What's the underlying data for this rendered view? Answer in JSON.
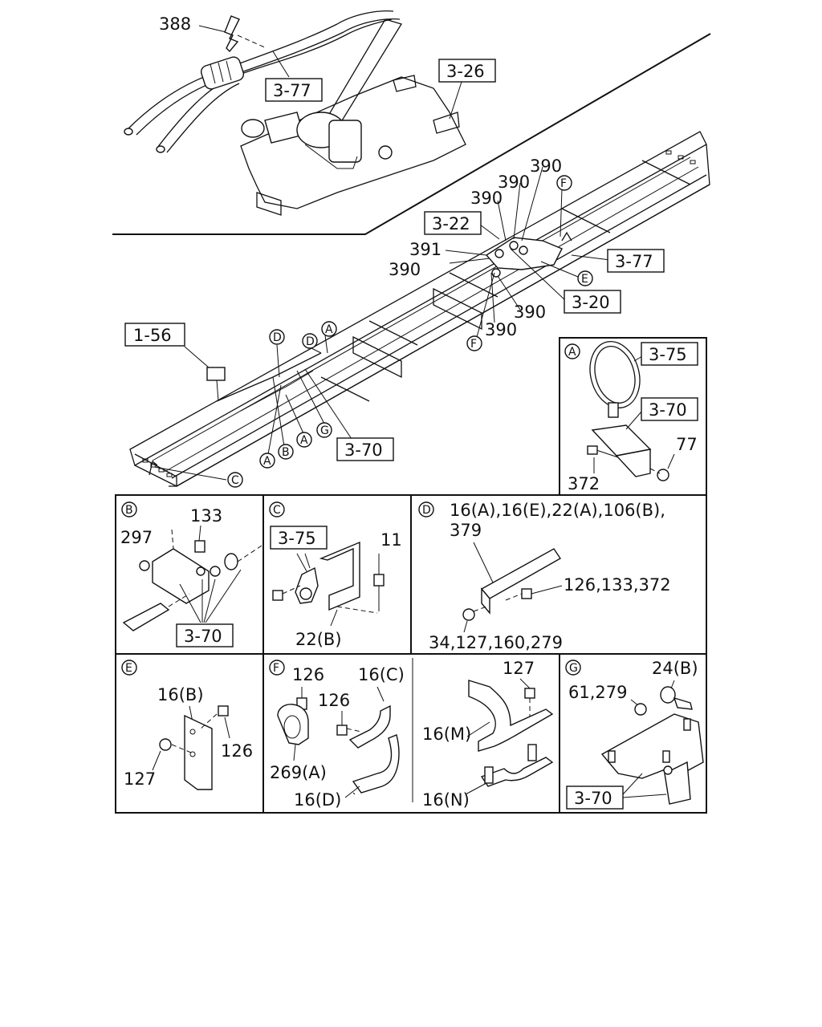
{
  "main": {
    "labels": {
      "l388": "388",
      "l390a": "390",
      "l390b": "390",
      "l390c": "390",
      "l391": "391",
      "l390d": "390",
      "l390e": "390",
      "l390f": "390"
    },
    "refs": {
      "r377a": "3-77",
      "r326": "3-26",
      "r322": "3-22",
      "r377b": "3-77",
      "r320": "3-20",
      "r156": "1-56",
      "r370": "3-70"
    },
    "callouts": {
      "cF1": "F",
      "cE": "E",
      "cF2": "F",
      "cD1": "D",
      "cD2": "D",
      "cA1": "A",
      "cA2": "A",
      "cA3": "A",
      "cB": "B",
      "cG": "G",
      "cC": "C"
    }
  },
  "panelA": {
    "tag": "A",
    "ref375": "3-75",
    "ref370": "3-70",
    "l77": "77",
    "l372": "372"
  },
  "panelB": {
    "tag": "B",
    "l133": "133",
    "l297": "297",
    "ref370": "3-70"
  },
  "panelC": {
    "tag": "C",
    "ref375": "3-75",
    "l11": "11",
    "l22b": "22(B)"
  },
  "panelD": {
    "tag": "D",
    "line1": "16(A),16(E),22(A),106(B),",
    "line2": "379",
    "l126": "126,133,372",
    "l34": "34,127,160,279"
  },
  "panelE": {
    "tag": "E",
    "l16b": "16(B)",
    "l126": "126",
    "l127": "127"
  },
  "panelF": {
    "tag": "F",
    "l126a": "126",
    "l126b": "126",
    "l16c": "16(C)",
    "l269a": "269(A)",
    "l16d": "16(D)"
  },
  "panelMN": {
    "l127": "127",
    "l16m": "16(M)",
    "l16n": "16(N)"
  },
  "panelG": {
    "tag": "G",
    "l24b": "24(B)",
    "l61": "61,279",
    "ref370": "3-70"
  }
}
